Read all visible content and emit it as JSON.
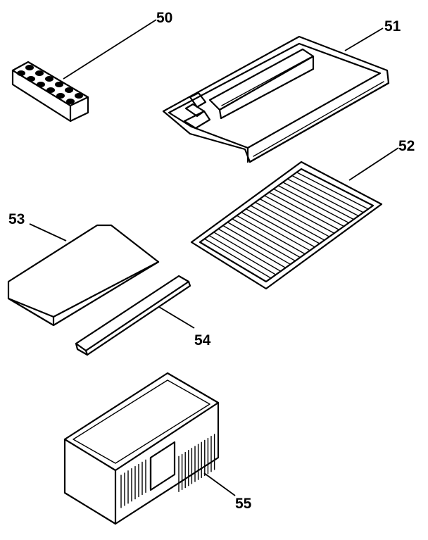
{
  "callouts": [
    {
      "id": "ice-tray",
      "label": "50"
    },
    {
      "id": "freezer-shelf-tray",
      "label": "51"
    },
    {
      "id": "wire-shelf",
      "label": "52"
    },
    {
      "id": "crisper-cover",
      "label": "53"
    },
    {
      "id": "shelf-trim",
      "label": "54"
    },
    {
      "id": "crisper-pan",
      "label": "55"
    }
  ]
}
